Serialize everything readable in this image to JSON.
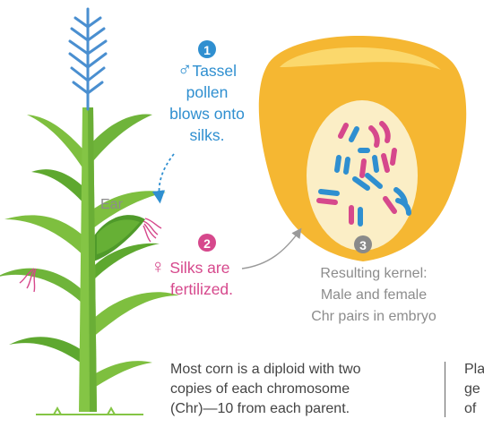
{
  "colors": {
    "blue": "#2f8fd0",
    "pink": "#d6488c",
    "leaf_green": "#7ebf3f",
    "leaf_dark": "#5ea82f",
    "kernel_gold": "#f5b732",
    "kernel_light": "#fde07a",
    "embryo": "#fbeec6",
    "caption_gray": "#8c8c8c"
  },
  "steps": [
    {
      "number": "1",
      "symbol": "♂",
      "lines": [
        "Tassel",
        "pollen",
        "blows onto",
        "silks."
      ]
    },
    {
      "number": "2",
      "symbol": "♀",
      "lines": [
        "Silks are",
        "fertilized."
      ]
    },
    {
      "number": "3"
    }
  ],
  "labels": {
    "ear": "Ear"
  },
  "kernel_caption": [
    "Resulting kernel:",
    "Male and female",
    "Chr pairs in embryo"
  ],
  "footnote": [
    "Most corn is a diploid with two",
    "copies of each chromosome",
    "(Chr)—10 from each parent."
  ],
  "footnote_right": [
    "Pla",
    "ge",
    "of"
  ],
  "icons": [
    "corn-plant-icon",
    "tassel-icon",
    "silk-icon",
    "kernel-icon",
    "chromosome-icon",
    "arrow-icon",
    "male-symbol-icon",
    "female-symbol-icon"
  ]
}
